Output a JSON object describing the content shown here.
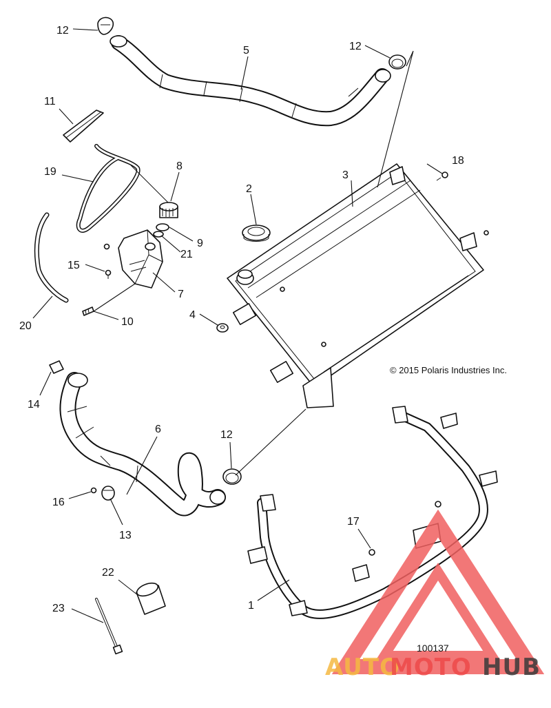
{
  "callouts": {
    "p1": "1",
    "p2": "2",
    "p3": "3",
    "p4": "4",
    "p5": "5",
    "p6": "6",
    "p7": "7",
    "p8": "8",
    "p9": "9",
    "p10": "10",
    "p11": "11",
    "p12a": "12",
    "p12b": "12",
    "p12c": "12",
    "p13": "13",
    "p14": "14",
    "p15": "15",
    "p16": "16",
    "p17": "17",
    "p18": "18",
    "p19": "19",
    "p20": "20",
    "p21": "21",
    "p22": "22",
    "p23": "23"
  },
  "copyright": "© 2015 Polaris Industries Inc.",
  "figure_number": "100137",
  "watermark": {
    "part1": "AUTO",
    "part2": "MOTO",
    "part3": "HUB",
    "colors": {
      "auto": "#f5b942",
      "moto": "#ee4a4a",
      "hub": "#3a3a3a",
      "triangle": "#f06060"
    }
  }
}
